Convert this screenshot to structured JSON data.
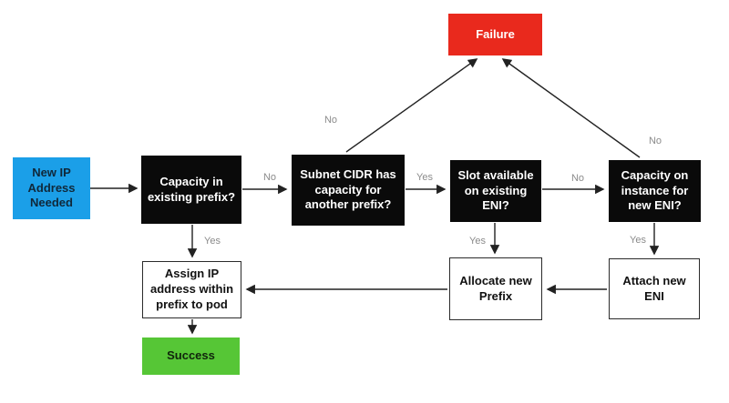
{
  "colors": {
    "start_bg": "#1b9fe8",
    "start_text": "#10283a",
    "decision_bg": "#0a0a0a",
    "decision_text": "#ffffff",
    "failure_bg": "#e9291d",
    "failure_text": "#ffffff",
    "success_bg": "#56c636",
    "success_text": "#10240c",
    "process_border": "#2b2b2b",
    "edge_label": "#8b8b8b",
    "arrow": "#222222"
  },
  "nodes": {
    "start": {
      "label": "New IP Address Needed"
    },
    "capacity_existing_prefix": {
      "label": "Capacity in existing prefix?"
    },
    "subnet_cidr": {
      "label": "Subnet CIDR has capacity for another prefix?"
    },
    "slot_existing_eni": {
      "label": "Slot available on existing ENI?"
    },
    "capacity_new_eni": {
      "label": "Capacity on instance for new ENI?"
    },
    "failure": {
      "label": "Failure"
    },
    "assign_ip": {
      "label": "Assign IP address within prefix to pod"
    },
    "allocate_prefix": {
      "label": "Allocate new Prefix"
    },
    "attach_eni": {
      "label": "Attach new ENI"
    },
    "success": {
      "label": "Success"
    }
  },
  "edge_labels": {
    "capacity_to_cidr": "No",
    "cidr_to_slot": "Yes",
    "slot_to_instance": "No",
    "cidr_to_failure": "No",
    "instance_to_failure": "No",
    "capacity_to_assign": "Yes",
    "slot_to_allocate": "Yes",
    "instance_to_attach": "Yes"
  }
}
